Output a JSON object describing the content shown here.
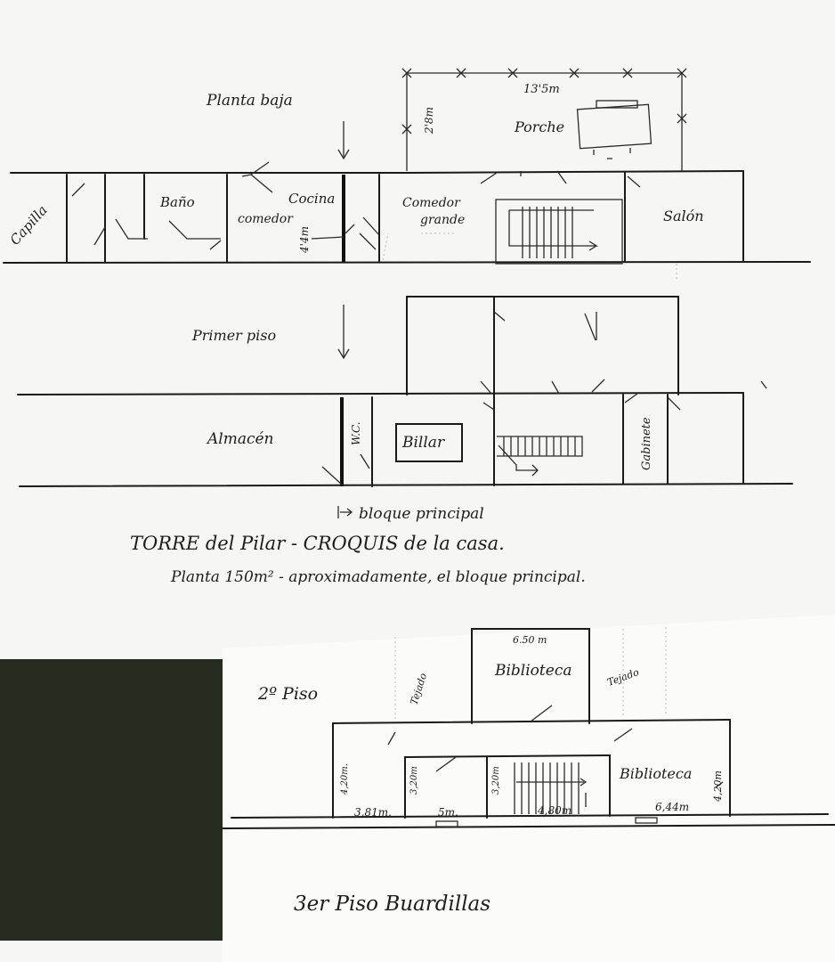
{
  "planta_baja": {
    "title": "Planta baja",
    "rooms": {
      "capilla": "Capilla",
      "bano": "Baño",
      "comedor": "comedor",
      "cocina": "Cocina",
      "comedor_grande_1": "Comedor",
      "comedor_grande_2": "grande",
      "salon": "Salón",
      "porche": "Porche"
    },
    "dims": {
      "porche_width": "13'5m",
      "porche_depth": "2'8m",
      "kitchen_dim": "4'4m"
    }
  },
  "primer_piso": {
    "title": "Primer piso",
    "rooms": {
      "almacen": "Almacén",
      "wc": "W.C.",
      "billar": "Billar",
      "gabinete": "Gabinete"
    }
  },
  "notes": {
    "bloque": "bloque principal",
    "title": "TORRE del Pilar - CROQUIS de la casa.",
    "subtitle": "Planta 150m² - aproximadamente, el bloque principal."
  },
  "segundo_piso": {
    "title": "2º Piso",
    "rooms": {
      "biblioteca_top": "Biblioteca",
      "biblioteca_right": "Biblioteca",
      "tejado_left": "Tejado",
      "tejado_right": "Tejado"
    },
    "dims": {
      "top_width": "6.50 m",
      "d1": "3,81m.",
      "d2": "5m.",
      "d3": "4,80m",
      "d4": "6,44m",
      "h1": "4,20m.",
      "h2": "3,20m",
      "h3": "3,20m",
      "h4": "4,20m"
    }
  },
  "tercer_piso": {
    "title": "3er Piso Buardillas"
  }
}
